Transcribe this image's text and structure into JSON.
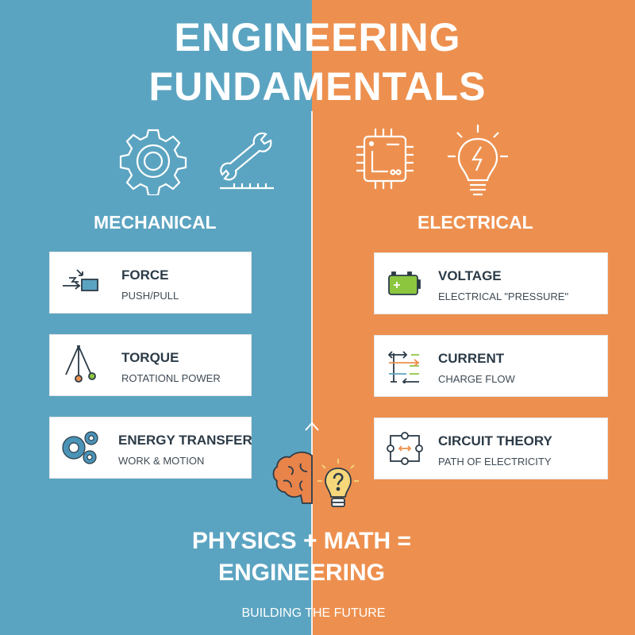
{
  "title": {
    "line1": "ENGINEERING",
    "line2": "FUNDAMENTALS"
  },
  "colors": {
    "mechanical": "#5ba4c1",
    "electrical": "#ed904f",
    "text": "#2c3b47"
  },
  "mechanical": {
    "label": "MECHANICAL",
    "icons": [
      "gear-icon",
      "wrench-icon"
    ],
    "items": [
      {
        "title": "FORCE",
        "subtitle": "PUSH/PULL",
        "icon": "force-arrows-icon"
      },
      {
        "title": "TORQUE",
        "subtitle": "ROTATIONL POWER",
        "icon": "pendulum-icon"
      },
      {
        "title": "ENERGY TRANSFER",
        "subtitle": "WORK & MOTION",
        "icon": "gears-icon"
      }
    ]
  },
  "electrical": {
    "label": "ELECTRICAL",
    "icons": [
      "chip-icon",
      "lightbulb-icon"
    ],
    "items": [
      {
        "title": "VOLTAGE",
        "subtitle": "ELECTRICAL \"PRESSURE\"",
        "icon": "battery-icon"
      },
      {
        "title": "CURRENT",
        "subtitle": "CHARGE FLOW",
        "icon": "current-arrows-icon"
      },
      {
        "title": "CIRCUIT THEORY",
        "subtitle": "PATH OF ELECTRICITY",
        "icon": "circuit-icon"
      }
    ]
  },
  "bottom": {
    "line1": "PHYSICS + MATH =",
    "line2": "ENGINEERING",
    "tagline": "BUILDING THE FUTURE",
    "icons": [
      "brain-icon",
      "question-bulb-icon"
    ]
  }
}
